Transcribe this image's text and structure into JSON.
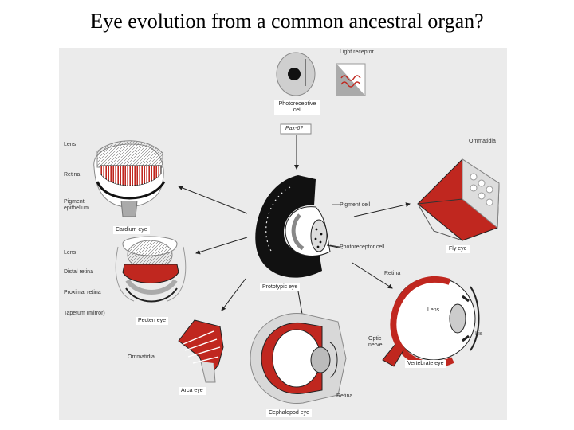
{
  "title": "Eye evolution from a common ancestral organ?",
  "colors": {
    "red": "#c0271f",
    "dark": "#111111",
    "gray": "#8a8a8a",
    "bg": "#ebebeb"
  },
  "figure": {
    "top": {
      "photocell_label": "Photoreceptive cell",
      "light_receptor_label": "Light receptor",
      "gene_label": "Pax-6?"
    },
    "center": {
      "pigment_cell": "Pigment cell",
      "photoreceptor_cell": "Photoreceptor cell",
      "caption": "Prototypic eye"
    },
    "cardium": {
      "lens": "Lens",
      "retina": "Retina",
      "pigment_epithelium": "Pigment epithelium",
      "caption": "Cardium eye"
    },
    "pecten": {
      "lens": "Lens",
      "distal_retina": "Distal retina",
      "proximal_retina": "Proximal retina",
      "tapetum": "Tapetum (mirror)",
      "caption": "Pecten eye"
    },
    "arca": {
      "ommatidia": "Ommatidia",
      "caption": "Arca eye"
    },
    "cephalopod": {
      "retina": "Retina",
      "caption": "Cephalopod eye"
    },
    "fly": {
      "ommatidia": "Ommatidia",
      "caption": "Fly eye"
    },
    "vertebrate": {
      "retina": "Retina",
      "lens": "Lens",
      "iris": "Iris",
      "optic_nerve": "Optic nerve",
      "caption": "Vertebrate eye"
    }
  }
}
